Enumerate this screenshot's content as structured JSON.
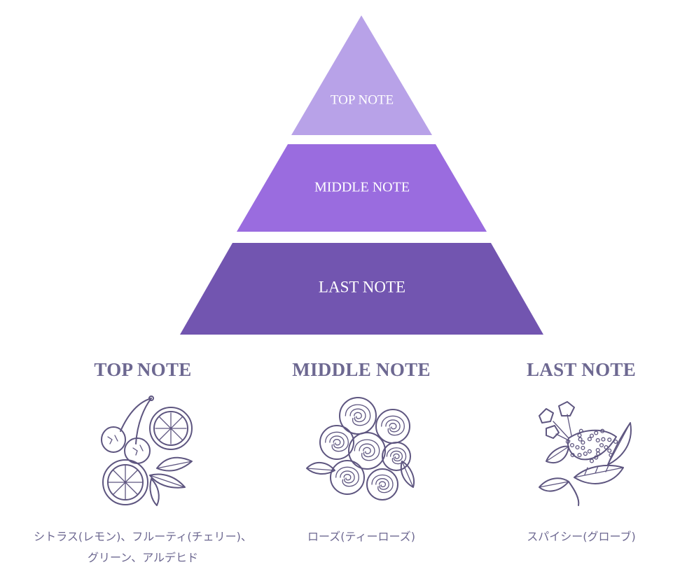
{
  "pyramid": {
    "tiers": [
      {
        "label": "TOP NOTE",
        "color": "#b8a2e8"
      },
      {
        "label": "MIDDLE NOTE",
        "color": "#9a6cdf"
      },
      {
        "label": "LAST NOTE",
        "color": "#7255b0"
      }
    ]
  },
  "columns": [
    {
      "title": "TOP NOTE",
      "icon": "citrus-cherry-icon",
      "description": "シトラス(レモン)、フルーティ(チェリー)、\nグリーン、アルデヒド"
    },
    {
      "title": "MIDDLE NOTE",
      "icon": "rose-icon",
      "description": "ローズ(ティーローズ)"
    },
    {
      "title": "LAST NOTE",
      "icon": "clove-leaf-icon",
      "description": "スパイシー(グローブ)"
    }
  ],
  "colors": {
    "text": "#6d6891",
    "ink": "#5e5680"
  }
}
